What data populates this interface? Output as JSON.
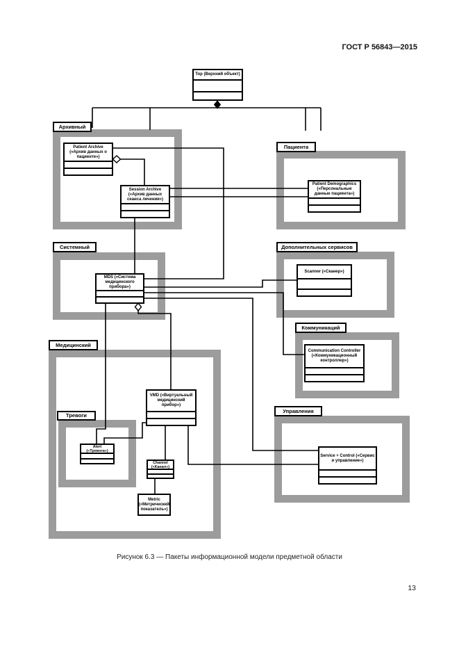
{
  "page": {
    "header": "ГОСТ Р 56843—2015",
    "caption": "Рисунок 6.3 — Пакеты информационной модели предметной области",
    "page_number": "13"
  },
  "diagram": {
    "top_class": "Top (Верхний объект)",
    "packages": {
      "archival": "Архивный",
      "patient": "Пациента",
      "system": "Системный",
      "extended_services": "Дополнительных сервисов",
      "communication": "Коммуникаций",
      "medical": "Медицинский",
      "alerts": "Тревоги",
      "control": "Управления"
    },
    "classes": {
      "patient_archive": "Patient Archive («Архив данных о пациенте»)",
      "session_archive": "Session Archive («Архив данных сеанса лечения»)",
      "patient_demographics": "Patient Demographics («Персональные данные пациента»)",
      "mds": "MDS («Система медицинского прибора»)",
      "scanner": "Scanner («Сканер»)",
      "communication_controller": "Communication Controller («Коммуникационный контроллер»)",
      "vmd": "VMD («Виртуальный медицинский прибор»)",
      "alert": "Alert («Тревога»)",
      "channel": "Channel («Канал»)",
      "metric": "Metric («Метрический показатель»)",
      "service_control": "Service + Control («Сервис и управление»)"
    }
  }
}
